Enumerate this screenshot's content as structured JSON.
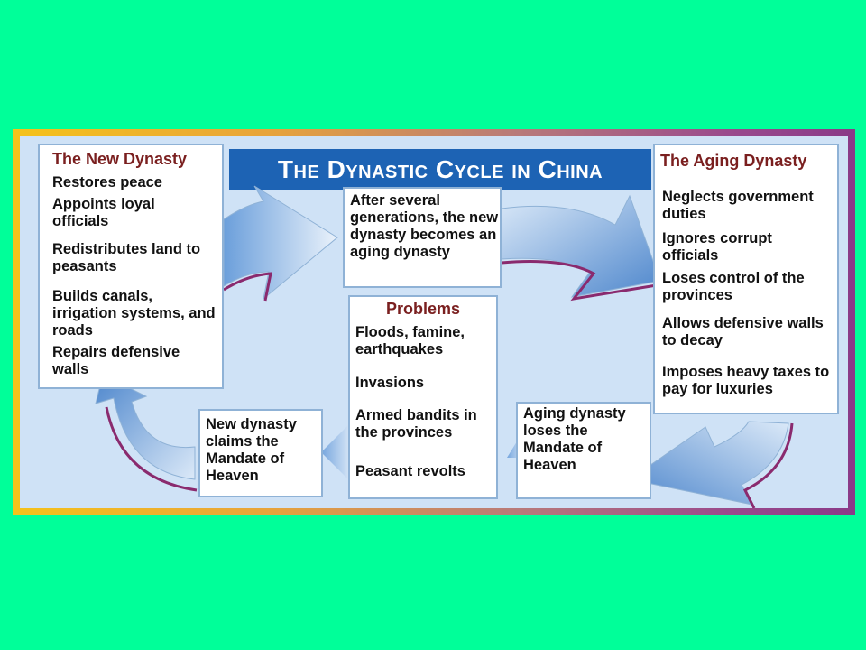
{
  "title": "The Dynastic Cycle in China",
  "new_dynasty": {
    "heading": "The New Dynasty",
    "items": [
      "Restores peace",
      "Appoints loyal officials",
      "Redistributes land to peasants",
      "Builds canals, irrigation systems, and roads",
      "Repairs defensive walls"
    ]
  },
  "aging_dynasty": {
    "heading": "The Aging Dynasty",
    "items": [
      "Neglects government duties",
      "Ignores corrupt officials",
      "Loses control of the provinces",
      "Allows defensive walls to decay",
      "Imposes heavy taxes to pay for luxuries"
    ]
  },
  "after_generations": "After several generations, the new dynasty becomes an aging dynasty",
  "problems": {
    "heading": "Problems",
    "items": [
      "Floods, famine, earthquakes",
      "Invasions",
      "Armed bandits in the provinces",
      "Peasant revolts"
    ]
  },
  "loses_mandate": "Aging dynasty loses the Mandate of Heaven",
  "claims_mandate": "New dynasty claims the Mandate of Heaven",
  "colors": {
    "background": "#00ff99",
    "title_bar": "#1d63b4",
    "heading_text": "#7a1f1f",
    "arrow_blue": "#5b93d6",
    "arrow_stroke": "#8a2a6e"
  }
}
